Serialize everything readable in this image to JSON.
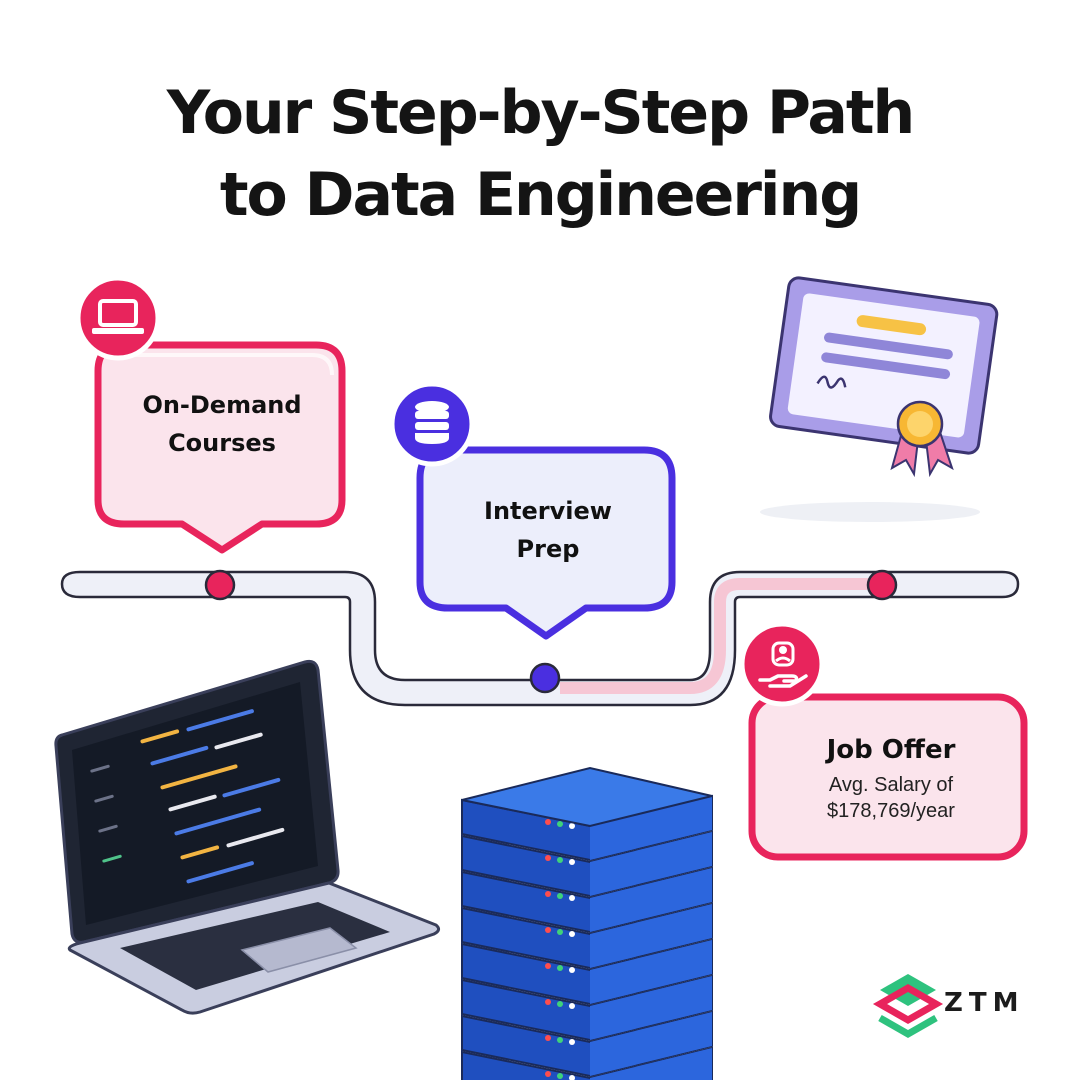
{
  "title": {
    "line1": "Your Step-by-Step Path",
    "line2": "to Data Engineering"
  },
  "steps": [
    {
      "label": "On-Demand Courses",
      "line1": "On-Demand",
      "line2": "Courses",
      "icon": "laptop-icon",
      "color": "#e8245c"
    },
    {
      "label": "Interview Prep",
      "line1": "Interview",
      "line2": "Prep",
      "icon": "database-icon",
      "color": "#4a2fe0"
    },
    {
      "label": "Job Offer",
      "subtitle_line1": "Avg. Salary of",
      "subtitle_line2": "$178,769/year",
      "icon": "hand-person-icon",
      "color": "#e8245c"
    }
  ],
  "logo": {
    "text": "ZTM"
  },
  "colors": {
    "pink": "#e8245c",
    "purple": "#4a2fe0",
    "track": "#eef0f8"
  }
}
